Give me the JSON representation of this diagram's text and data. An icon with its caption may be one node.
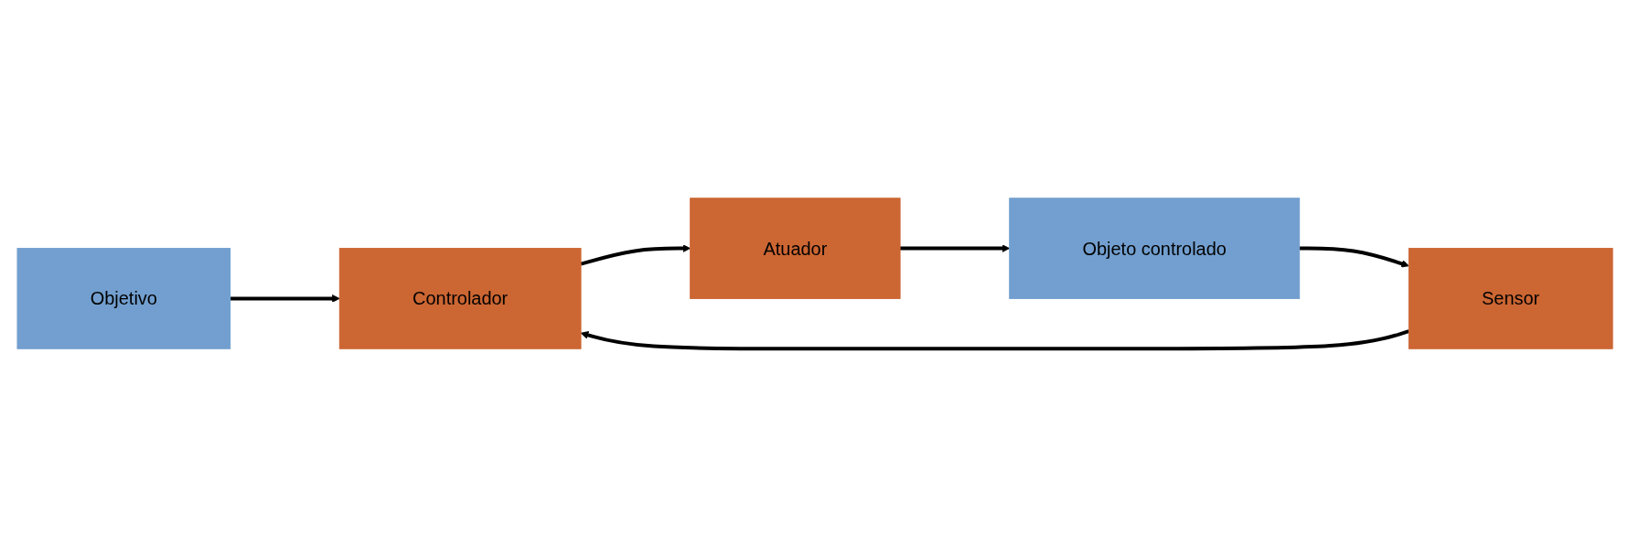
{
  "diagram": {
    "nodes": [
      {
        "text": [
          "Objetivo"
        ]
      },
      {
        "text": [
          "Controlador"
        ]
      },
      {
        "text": [
          "Atuador"
        ]
      },
      {
        "text": [
          "Objeto controlado"
        ]
      },
      {
        "text": [
          "Sensor"
        ]
      }
    ],
    "edges": [
      {
        "from": 0,
        "to": 1,
        "arrow": "to"
      },
      {
        "from": 1,
        "to": 2,
        "arrow": "to"
      },
      {
        "from": 2,
        "to": 3,
        "arrow": "to"
      },
      {
        "from": 3,
        "to": 4,
        "arrow": "to"
      },
      {
        "from": 4,
        "to": 1,
        "arrow": "to"
      }
    ]
  }
}
